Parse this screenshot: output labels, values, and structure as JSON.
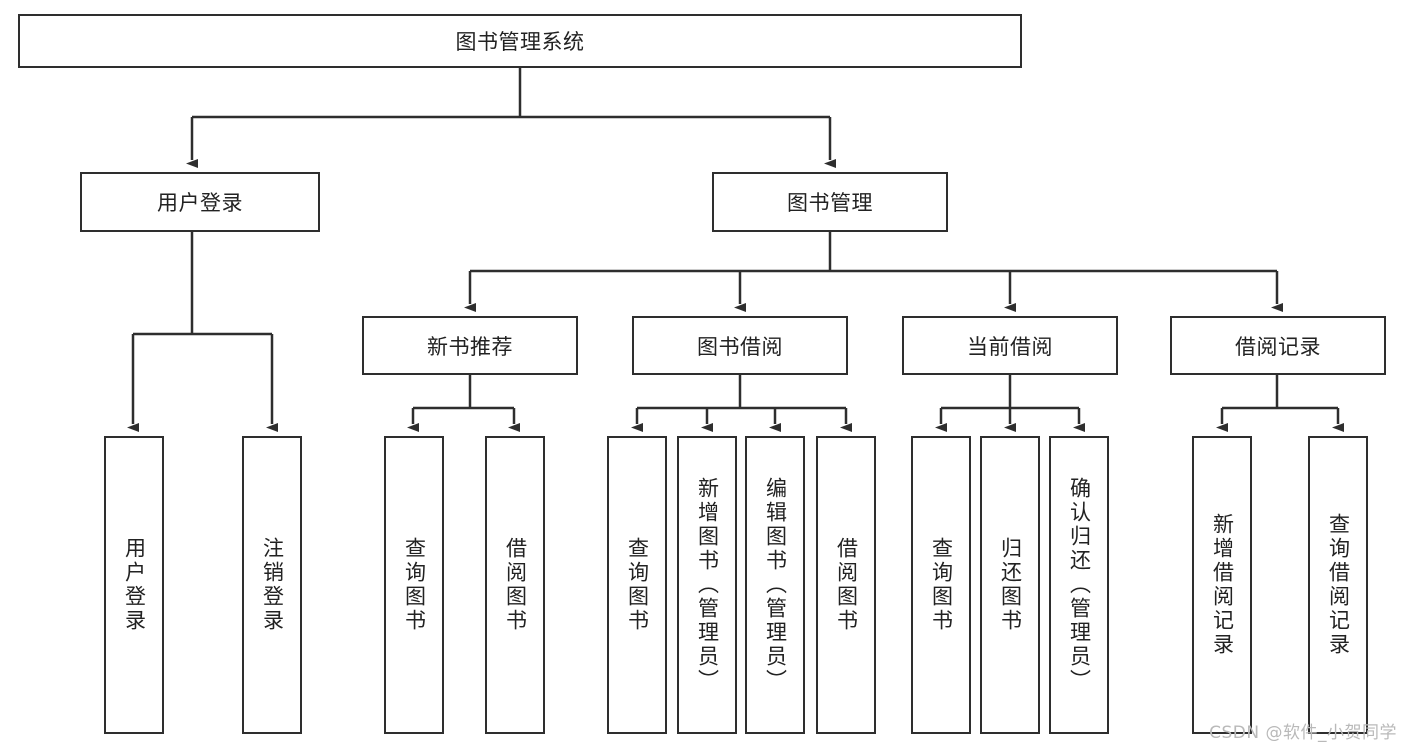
{
  "diagram": {
    "title": "图书管理系统",
    "type": "hierarchy-tree",
    "root": {
      "label": "图书管理系统"
    },
    "level2": [
      {
        "label": "用户登录"
      },
      {
        "label": "图书管理"
      }
    ],
    "level3": [
      {
        "label": "新书推荐"
      },
      {
        "label": "图书借阅"
      },
      {
        "label": "当前借阅"
      },
      {
        "label": "借阅记录"
      }
    ],
    "leaves": {
      "user_login": [
        {
          "label": "用户登录"
        },
        {
          "label": "注销登录"
        }
      ],
      "new_book_recommend": [
        {
          "label": "查询图书"
        },
        {
          "label": "借阅图书"
        }
      ],
      "book_borrow": [
        {
          "label": "查询图书"
        },
        {
          "label": "新增图书（管理员）"
        },
        {
          "label": "编辑图书（管理员）"
        },
        {
          "label": "借阅图书"
        }
      ],
      "current_borrow": [
        {
          "label": "查询图书"
        },
        {
          "label": "归还图书"
        },
        {
          "label": "确认归还（管理员）"
        }
      ],
      "borrow_record": [
        {
          "label": "新增借阅记录"
        },
        {
          "label": "查询借阅记录"
        }
      ]
    }
  },
  "watermark": {
    "text": "CSDN @软件_小贺同学"
  },
  "colors": {
    "background": "#ffffff",
    "border": "#2e2e2e",
    "text": "#222222",
    "connector": "#2e2e2e",
    "watermark": "#b9b9b9"
  }
}
